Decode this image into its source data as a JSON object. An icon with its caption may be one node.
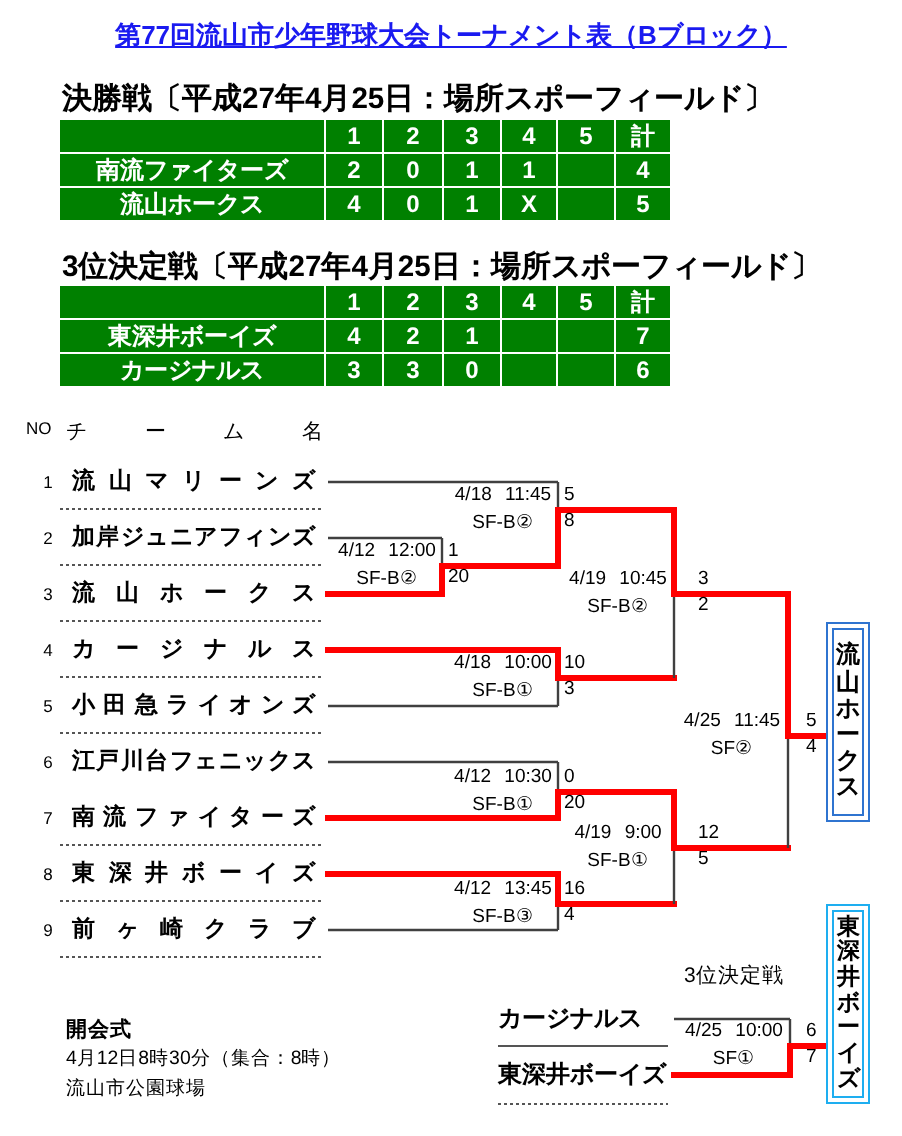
{
  "diagram": {
    "title": "第77回流山市少年野球大会トーナメント表（Bブロック）",
    "nodes": [
      {
        "text": [
          "流山マリーンズ"
        ],
        "beside": [
          "1"
        ]
      },
      {
        "text": [
          "加岸ジュニアフィンズ"
        ],
        "beside": [
          "2"
        ]
      },
      {
        "text": [
          "流山ホークス"
        ],
        "beside": [
          "3"
        ]
      },
      {
        "text": [
          "カージナルス"
        ],
        "beside": [
          "4"
        ]
      },
      {
        "text": [
          "小田急ライオンズ"
        ],
        "beside": [
          "5"
        ]
      },
      {
        "text": [
          "江戸川台フェニックス"
        ],
        "beside": [
          "6"
        ]
      },
      {
        "text": [
          "南流ファイターズ"
        ],
        "beside": [
          "7"
        ]
      },
      {
        "text": [
          "東深井ボーイズ"
        ],
        "beside": [
          "8"
        ]
      },
      {
        "text": [
          "前ヶ崎クラブ"
        ],
        "beside": [
          "9"
        ]
      },
      {
        "text": [
          "4/12 12:00",
          "SF-B②"
        ],
        "beside": [
          "1",
          "20"
        ]
      },
      {
        "text": [
          "4/18 11:45",
          "SF-B②"
        ],
        "beside": [
          "5",
          "8"
        ]
      },
      {
        "text": [
          "4/18 10:00",
          "SF-B①"
        ],
        "beside": [
          "10",
          "3"
        ]
      },
      {
        "text": [
          "4/19 10:45",
          "SF-B②"
        ],
        "beside": [
          "3",
          "2"
        ]
      },
      {
        "text": [
          "4/12 10:30",
          "SF-B①"
        ],
        "beside": [
          "0",
          "20"
        ]
      },
      {
        "text": [
          "4/12 13:45",
          "SF-B③"
        ],
        "beside": [
          "16",
          "4"
        ]
      },
      {
        "text": [
          "4/19 9:00",
          "SF-B①"
        ],
        "beside": [
          "12",
          "5"
        ]
      },
      {
        "text": [
          "4/25 11:45",
          "SF②"
        ],
        "beside": [
          "5",
          "4"
        ]
      },
      {
        "text": [
          "流山ホークス"
        ]
      },
      {
        "text": [
          "カージナルス"
        ]
      },
      {
        "text": [
          "東深井ボーイズ"
        ]
      },
      {
        "text": [
          "4/25 10:00",
          "SF①"
        ],
        "beside": [
          "6",
          "7"
        ]
      },
      {
        "text": [
          "東深井ボーイズ"
        ]
      }
    ],
    "edges": [
      {
        "from": 1,
        "to": 9,
        "arrow": "none",
        "color": "#404040"
      },
      {
        "from": 2,
        "to": 9,
        "arrow": "none",
        "color": "#ff0000"
      },
      {
        "from": 0,
        "to": 10,
        "arrow": "none",
        "color": "#404040"
      },
      {
        "from": 9,
        "to": 10,
        "arrow": "none",
        "color": "#ff0000"
      },
      {
        "from": 3,
        "to": 11,
        "arrow": "none",
        "color": "#ff0000"
      },
      {
        "from": 4,
        "to": 11,
        "arrow": "none",
        "color": "#404040"
      },
      {
        "from": 10,
        "to": 12,
        "arrow": "none",
        "color": "#ff0000"
      },
      {
        "from": 11,
        "to": 12,
        "arrow": "none",
        "color": "#ff0000"
      },
      {
        "from": 5,
        "to": 13,
        "arrow": "none",
        "color": "#404040"
      },
      {
        "from": 6,
        "to": 13,
        "arrow": "none",
        "color": "#ff0000"
      },
      {
        "from": 7,
        "to": 14,
        "arrow": "none",
        "color": "#ff0000"
      },
      {
        "from": 8,
        "to": 14,
        "arrow": "none",
        "color": "#404040"
      },
      {
        "from": 13,
        "to": 15,
        "arrow": "none",
        "color": "#ff0000"
      },
      {
        "from": 14,
        "to": 15,
        "arrow": "none",
        "color": "#ff0000"
      },
      {
        "from": 12,
        "to": 16,
        "arrow": "none",
        "color": "#ff0000"
      },
      {
        "from": 15,
        "to": 16,
        "arrow": "none",
        "color": "#ff0000"
      },
      {
        "from": 16,
        "to": 17,
        "arrow": "none",
        "color": "#ff0000"
      },
      {
        "from": 18,
        "to": 20,
        "arrow": "none",
        "color": "#404040"
      },
      {
        "from": 19,
        "to": 20,
        "arrow": "none",
        "color": "#ff0000"
      },
      {
        "from": 20,
        "to": 21,
        "arrow": "none",
        "color": "#ff0000"
      }
    ],
    "labels": [
      "決勝戦〔平成27年4月25日：場所スポーフィールド〕",
      "1",
      "2",
      "3",
      "4",
      "5",
      "計",
      "南流ファイターズ",
      "2",
      "0",
      "1",
      "1",
      "4",
      "流山ホークス",
      "4",
      "0",
      "1",
      "X",
      "5",
      "3位決定戦〔平成27年4月25日：場所スポーフィールド〕",
      "1",
      "2",
      "3",
      "4",
      "5",
      "計",
      "東深井ボーイズ",
      "4",
      "2",
      "1",
      "7",
      "カージナルス",
      "3",
      "3",
      "0",
      "6",
      "NO",
      "チーム名",
      "3位決定戦",
      "開会式",
      "4月12日8時30分（集合：8時）",
      "流山市公園球場"
    ]
  }
}
